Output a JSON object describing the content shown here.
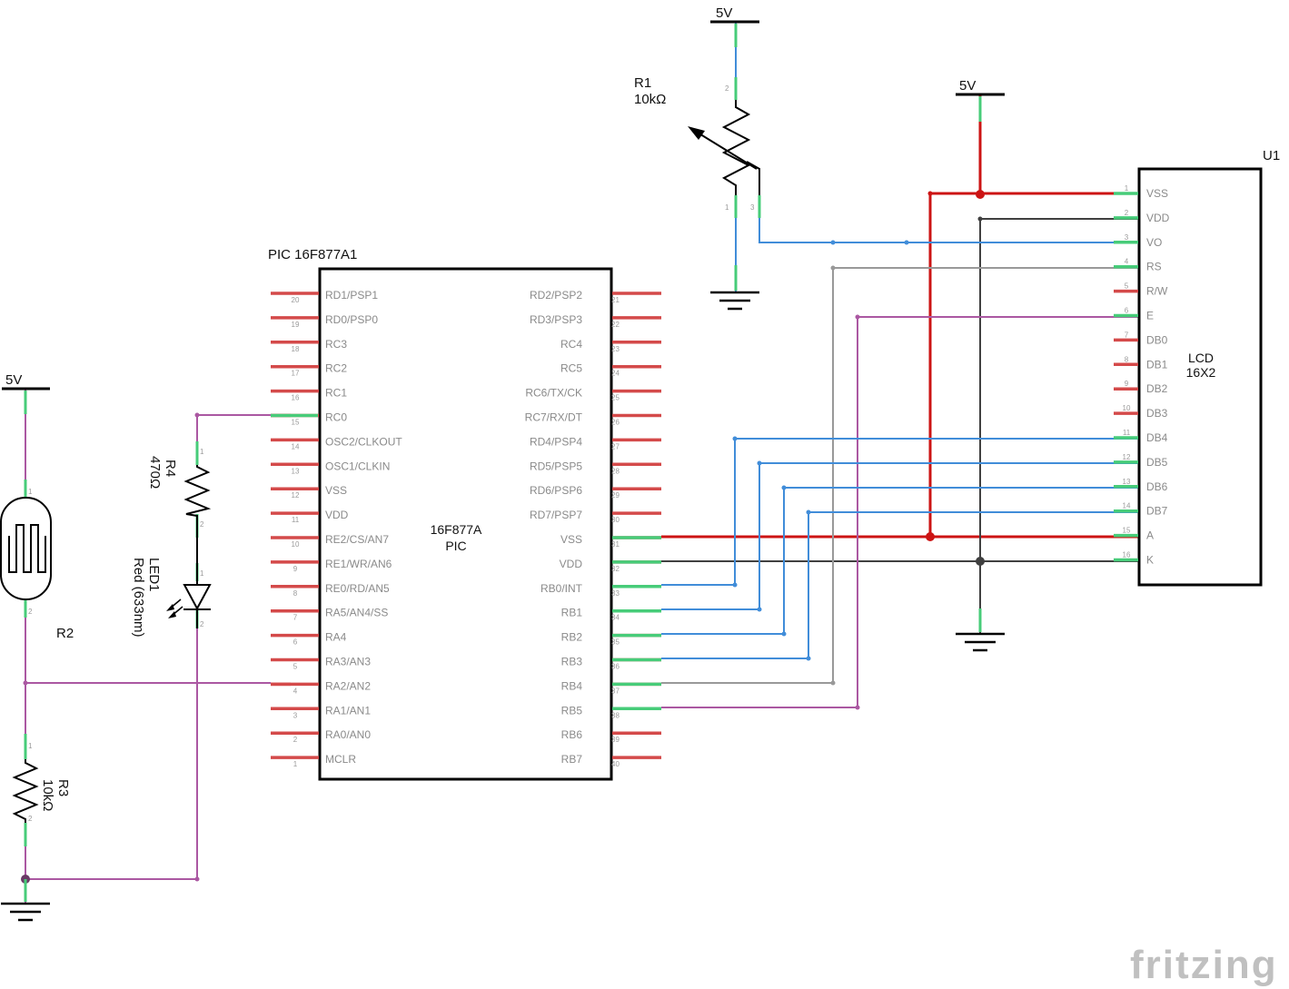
{
  "pic": {
    "title": "PIC 16F877A1",
    "part_line1": "16F877A",
    "part_line2": "PIC",
    "left_pins": [
      {
        "num": "20",
        "label": "RD1/PSP1"
      },
      {
        "num": "19",
        "label": "RD0/PSP0"
      },
      {
        "num": "18",
        "label": "RC3"
      },
      {
        "num": "17",
        "label": "RC2"
      },
      {
        "num": "16",
        "label": "RC1"
      },
      {
        "num": "15",
        "label": "RC0"
      },
      {
        "num": "14",
        "label": "OSC2/CLKOUT"
      },
      {
        "num": "13",
        "label": "OSC1/CLKIN"
      },
      {
        "num": "12",
        "label": "VSS"
      },
      {
        "num": "11",
        "label": "VDD"
      },
      {
        "num": "10",
        "label": "RE2/CS/AN7"
      },
      {
        "num": "9",
        "label": "RE1/WR/AN6"
      },
      {
        "num": "8",
        "label": "RE0/RD/AN5"
      },
      {
        "num": "7",
        "label": "RA5/AN4/SS"
      },
      {
        "num": "6",
        "label": "RA4"
      },
      {
        "num": "5",
        "label": "RA3/AN3"
      },
      {
        "num": "4",
        "label": "RA2/AN2"
      },
      {
        "num": "3",
        "label": "RA1/AN1"
      },
      {
        "num": "2",
        "label": "RA0/AN0"
      },
      {
        "num": "1",
        "label": "MCLR"
      }
    ],
    "right_pins": [
      {
        "num": "21",
        "label": "RD2/PSP2"
      },
      {
        "num": "22",
        "label": "RD3/PSP3"
      },
      {
        "num": "23",
        "label": "RC4"
      },
      {
        "num": "24",
        "label": "RC5"
      },
      {
        "num": "25",
        "label": "RC6/TX/CK"
      },
      {
        "num": "26",
        "label": "RC7/RX/DT"
      },
      {
        "num": "27",
        "label": "RD4/PSP4"
      },
      {
        "num": "28",
        "label": "RD5/PSP5"
      },
      {
        "num": "29",
        "label": "RD6/PSP6"
      },
      {
        "num": "30",
        "label": "RD7/PSP7"
      },
      {
        "num": "31",
        "label": "VSS"
      },
      {
        "num": "32",
        "label": "VDD"
      },
      {
        "num": "33",
        "label": "RB0/INT"
      },
      {
        "num": "34",
        "label": "RB1"
      },
      {
        "num": "35",
        "label": "RB2"
      },
      {
        "num": "36",
        "label": "RB3"
      },
      {
        "num": "37",
        "label": "RB4"
      },
      {
        "num": "38",
        "label": "RB5"
      },
      {
        "num": "39",
        "label": "RB6"
      },
      {
        "num": "40",
        "label": "RB7"
      }
    ]
  },
  "lcd": {
    "designator": "U1",
    "part_line1": "LCD",
    "part_line2": "16X2",
    "pins": [
      {
        "num": "1",
        "label": "VSS"
      },
      {
        "num": "2",
        "label": "VDD"
      },
      {
        "num": "3",
        "label": "VO"
      },
      {
        "num": "4",
        "label": "RS"
      },
      {
        "num": "5",
        "label": "R/W"
      },
      {
        "num": "6",
        "label": "E"
      },
      {
        "num": "7",
        "label": "DB0"
      },
      {
        "num": "8",
        "label": "DB1"
      },
      {
        "num": "9",
        "label": "DB2"
      },
      {
        "num": "10",
        "label": "DB3"
      },
      {
        "num": "11",
        "label": "DB4"
      },
      {
        "num": "12",
        "label": "DB5"
      },
      {
        "num": "13",
        "label": "DB6"
      },
      {
        "num": "14",
        "label": "DB7"
      },
      {
        "num": "15",
        "label": "A"
      },
      {
        "num": "16",
        "label": "K"
      }
    ]
  },
  "components": {
    "r1": {
      "name": "R1",
      "value": "10kΩ",
      "pin1": "1",
      "pin2": "2",
      "pin3": "3"
    },
    "r2": {
      "name": "R2",
      "pin1": "1",
      "pin2": "2"
    },
    "r3": {
      "name": "R3",
      "value": "10kΩ",
      "pin1": "1",
      "pin2": "2"
    },
    "r4": {
      "name": "R4",
      "value": "470Ω",
      "pin1": "1",
      "pin2": "2"
    },
    "led1": {
      "name": "LED1",
      "value": "Red (633nm)",
      "pin1": "1",
      "pin2": "2"
    }
  },
  "power": {
    "vcc_label": "5V"
  },
  "watermark": "fritzing",
  "colors": {
    "wire_blue": "#418dd9",
    "wire_red": "#cc1414",
    "wire_black": "#404040",
    "wire_gray": "#999999",
    "wire_purple": "#ab58a2",
    "pin_red": "#d44a4a",
    "pin_green": "#47cc79"
  }
}
